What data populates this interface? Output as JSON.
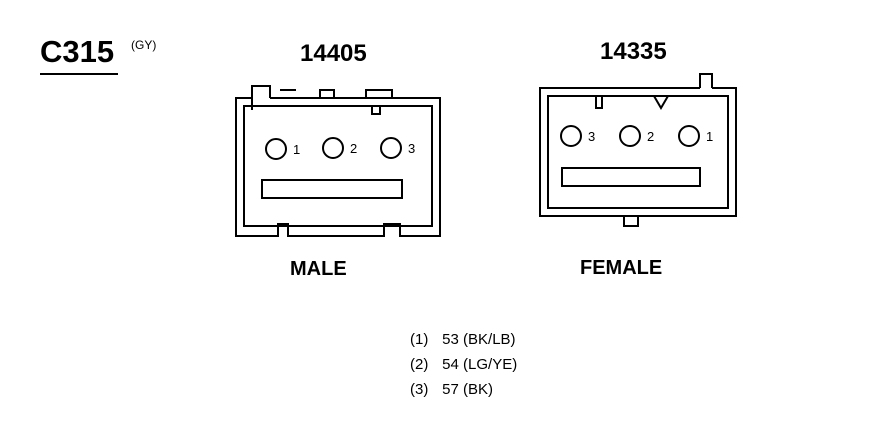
{
  "connector": {
    "id": "C315",
    "color": "(GY)"
  },
  "male": {
    "part_number": "14405",
    "label": "MALE",
    "pins": [
      "1",
      "2",
      "3"
    ]
  },
  "female": {
    "part_number": "14335",
    "label": "FEMALE",
    "pins": [
      "3",
      "2",
      "1"
    ]
  },
  "legend": [
    {
      "num": "(1)",
      "desc": "53 (BK/LB)"
    },
    {
      "num": "(2)",
      "desc": "54 (LG/YE)"
    },
    {
      "num": "(3)",
      "desc": "57 (BK)"
    }
  ]
}
